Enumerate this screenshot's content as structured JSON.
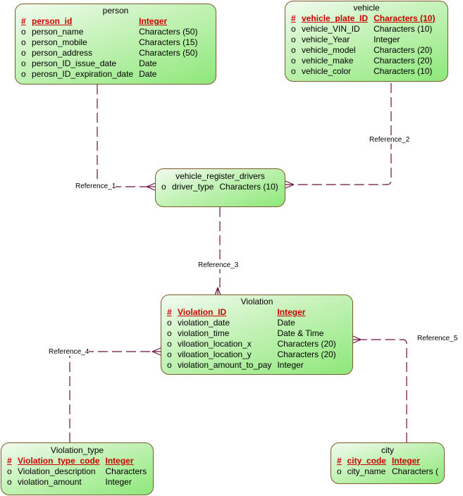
{
  "entities": {
    "person": {
      "title": "person",
      "columns": [
        {
          "mark": "#",
          "name": "person_id",
          "type": "Integer",
          "pk": true
        },
        {
          "mark": "o",
          "name": "person_name",
          "type": "Characters (50)"
        },
        {
          "mark": "o",
          "name": "person_mobile",
          "type": "Characters (15)"
        },
        {
          "mark": "o",
          "name": "person_address",
          "type": "Characters (50)"
        },
        {
          "mark": "o",
          "name": "person_ID_issue_date",
          "type": "Date"
        },
        {
          "mark": "o",
          "name": "perosn_ID_expiration_date",
          "type": "Date"
        }
      ]
    },
    "vehicle": {
      "title": "vehicle",
      "columns": [
        {
          "mark": "#",
          "name": "vehicle_plate_ID",
          "type": "Characters (10)",
          "pk": true
        },
        {
          "mark": "o",
          "name": "vehicle_VIN_ID",
          "type": "Characters (10)"
        },
        {
          "mark": "o",
          "name": "vehicle_Year",
          "type": "Integer"
        },
        {
          "mark": "o",
          "name": "vehicle_model",
          "type": "Characters (20)"
        },
        {
          "mark": "o",
          "name": "vehicle_make",
          "type": "Characters (20)"
        },
        {
          "mark": "o",
          "name": "vehicle_color",
          "type": "Characters (10)"
        }
      ]
    },
    "vehicle_register_drivers": {
      "title": "vehicle_register_drivers",
      "columns": [
        {
          "mark": "o",
          "name": "driver_type",
          "type": "Characters (10)"
        }
      ]
    },
    "violation": {
      "title": "Violation",
      "columns": [
        {
          "mark": "#",
          "name": "Violation_ID",
          "type": "Integer",
          "pk": true
        },
        {
          "mark": "o",
          "name": "violation_date",
          "type": "Date"
        },
        {
          "mark": "o",
          "name": "violation_time",
          "type": "Date & Time"
        },
        {
          "mark": "o",
          "name": "viloation_location_x",
          "type": "Characters (20)"
        },
        {
          "mark": "o",
          "name": "viloation_location_y",
          "type": "Characters (20)"
        },
        {
          "mark": "o",
          "name": "violation_amount_to_pay",
          "type": "Integer"
        }
      ]
    },
    "violation_type": {
      "title": "Violation_type",
      "columns": [
        {
          "mark": "#",
          "name": "Violation_type_code",
          "type": "Integer",
          "pk": true
        },
        {
          "mark": "o",
          "name": "Violation_description",
          "type": "Characters"
        },
        {
          "mark": "o",
          "name": "violation_amount",
          "type": "Integer"
        }
      ]
    },
    "city": {
      "title": "city",
      "columns": [
        {
          "mark": "#",
          "name": "city_code",
          "type": "Integer",
          "pk": true
        },
        {
          "mark": "o",
          "name": "city_name",
          "type": "Characters ("
        }
      ]
    }
  },
  "references": [
    {
      "label": "Reference_1",
      "from": "person",
      "to": "vehicle_register_drivers"
    },
    {
      "label": "Reference_2",
      "from": "vehicle",
      "to": "vehicle_register_drivers"
    },
    {
      "label": "Reference_3",
      "from": "vehicle_register_drivers",
      "to": "violation"
    },
    {
      "label": "Reference_4",
      "from": "violation_type",
      "to": "violation"
    },
    {
      "label": "Reference_5",
      "from": "city",
      "to": "violation"
    }
  ],
  "colors": {
    "link": "#6b1040",
    "pk_text": "#cc0000",
    "entity_border": "#7a5a2a"
  }
}
